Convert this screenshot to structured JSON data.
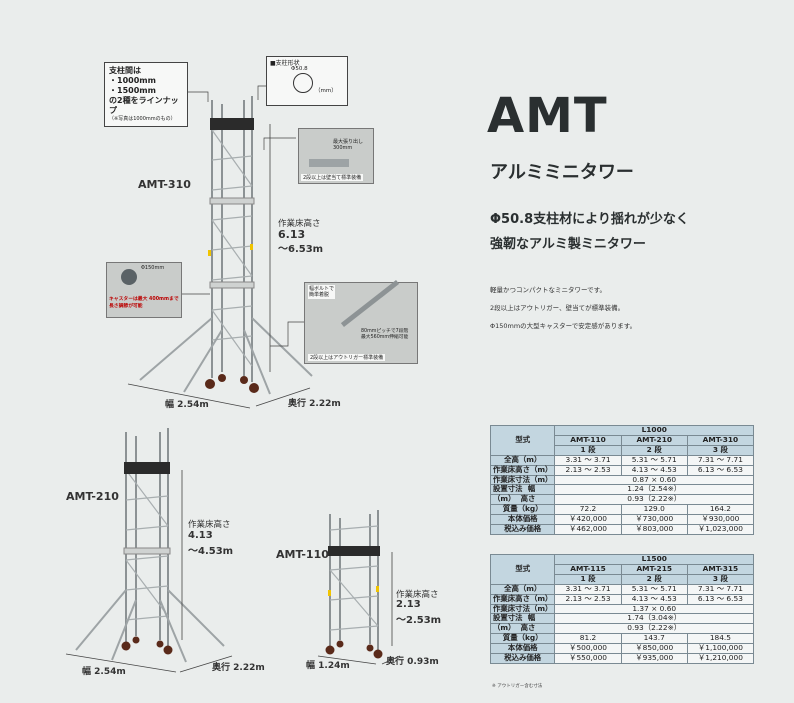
{
  "header": {
    "title": "AMT",
    "subtitle": "アルミミニタワー",
    "headline1": "Φ50.8支柱材により揺れが少なく",
    "headline2": "強靭なアルミ製ミニタワー"
  },
  "features": [
    "軽量かつコンパクトなミニタワーです。",
    "2段以上はアウトリガー、壁当てが標準装備。",
    "Φ150mmの大型キャスターで安定感があります。"
  ],
  "callouts": {
    "pillar_spacing": [
      "支柱間は",
      "・1000mm",
      "・1500mm",
      "の2種をラインナップ"
    ],
    "pillar_note": "（※写真は1000mmのもの）",
    "pillar_shape_title": "■支柱形状",
    "pillar_shape_dia": "Φ50.8",
    "pillar_shape_unit": "（mm）",
    "wall_note": "2段以上は壁当て標準装備",
    "wall_extend": "最大張り出し 300mm",
    "caster_size": "Φ150mm",
    "caster_note": [
      "キャスターは最大 400mmまで",
      "長さ調節が可能"
    ],
    "outrigger_bolt": [
      "幅ボルトで",
      "簡単着脱"
    ],
    "outrigger_pitch": [
      "80mmピッチで7段階",
      "最大560mm伸縮可能"
    ],
    "outrigger_note": "2段以上はアウトリガー標準装備"
  },
  "towers": {
    "amt310": {
      "name": "AMT-310",
      "height_label": "作業床高さ",
      "height1": "6.13",
      "height2": "～6.53m",
      "width": "幅 2.54m",
      "depth": "奥行 2.22m"
    },
    "amt210": {
      "name": "AMT-210",
      "height_label": "作業床高さ",
      "height1": "4.13",
      "height2": "～4.53m",
      "width": "幅 2.54m",
      "depth": "奥行 2.22m"
    },
    "amt110": {
      "name": "AMT-110",
      "height_label": "作業床高さ",
      "height1": "2.13",
      "height2": "～2.53m",
      "width": "幅 1.24m",
      "depth": "奥行 0.93m"
    }
  },
  "spec_l1000": {
    "series": "L1000",
    "type_label": "型式",
    "models": [
      "AMT-110",
      "AMT-210",
      "AMT-310"
    ],
    "stages": [
      "1 段",
      "2 段",
      "3 段"
    ],
    "rows": [
      {
        "label": "全高（m）",
        "values": [
          "3.31 ～ 3.71",
          "5.31 ～ 5.71",
          "7.31 ～ 7.71"
        ]
      },
      {
        "label": "作業床高さ（m）",
        "values": [
          "2.13 ～ 2.53",
          "4.13 ～ 4.53",
          "6.13 ～ 6.53"
        ]
      }
    ],
    "floor_label": "作業床寸法（m）",
    "floor_value": "0.87 × 0.60",
    "install_label": "設置寸法",
    "install_unit": "（m）",
    "install_w_label": "幅",
    "install_w_value": "1.24（2.54※）",
    "install_h_label": "高さ",
    "install_h_value": "0.93（2.22※）",
    "rows2": [
      {
        "label": "質量（kg）",
        "values": [
          "72.2",
          "129.0",
          "164.2"
        ]
      },
      {
        "label": "本体価格",
        "values": [
          "￥420,000",
          "￥730,000",
          "￥930,000"
        ]
      },
      {
        "label": "税込み価格",
        "values": [
          "￥462,000",
          "￥803,000",
          "￥1,023,000"
        ]
      }
    ]
  },
  "spec_l1500": {
    "series": "L1500",
    "type_label": "型式",
    "models": [
      "AMT-115",
      "AMT-215",
      "AMT-315"
    ],
    "stages": [
      "1 段",
      "2 段",
      "3 段"
    ],
    "rows": [
      {
        "label": "全高（m）",
        "values": [
          "3.31 ～ 3.71",
          "5.31 ～ 5.71",
          "7.31 ～ 7.71"
        ]
      },
      {
        "label": "作業床高さ（m）",
        "values": [
          "2.13 ～ 2.53",
          "4.13 ～ 4.53",
          "6.13 ～ 6.53"
        ]
      }
    ],
    "floor_label": "作業床寸法（m）",
    "floor_value": "1.37 × 0.60",
    "install_label": "設置寸法",
    "install_unit": "（m）",
    "install_w_label": "幅",
    "install_w_value": "1.74（3.04※）",
    "install_h_label": "高さ",
    "install_h_value": "0.93（2.22※）",
    "rows2": [
      {
        "label": "質量（kg）",
        "values": [
          "81.2",
          "143.7",
          "184.5"
        ]
      },
      {
        "label": "本体価格",
        "values": [
          "￥500,000",
          "￥850,000",
          "￥1,100,000"
        ]
      },
      {
        "label": "税込み価格",
        "values": [
          "￥550,000",
          "￥935,000",
          "￥1,210,000"
        ]
      }
    ]
  },
  "footnote": "※ アウトリガー含む寸法"
}
